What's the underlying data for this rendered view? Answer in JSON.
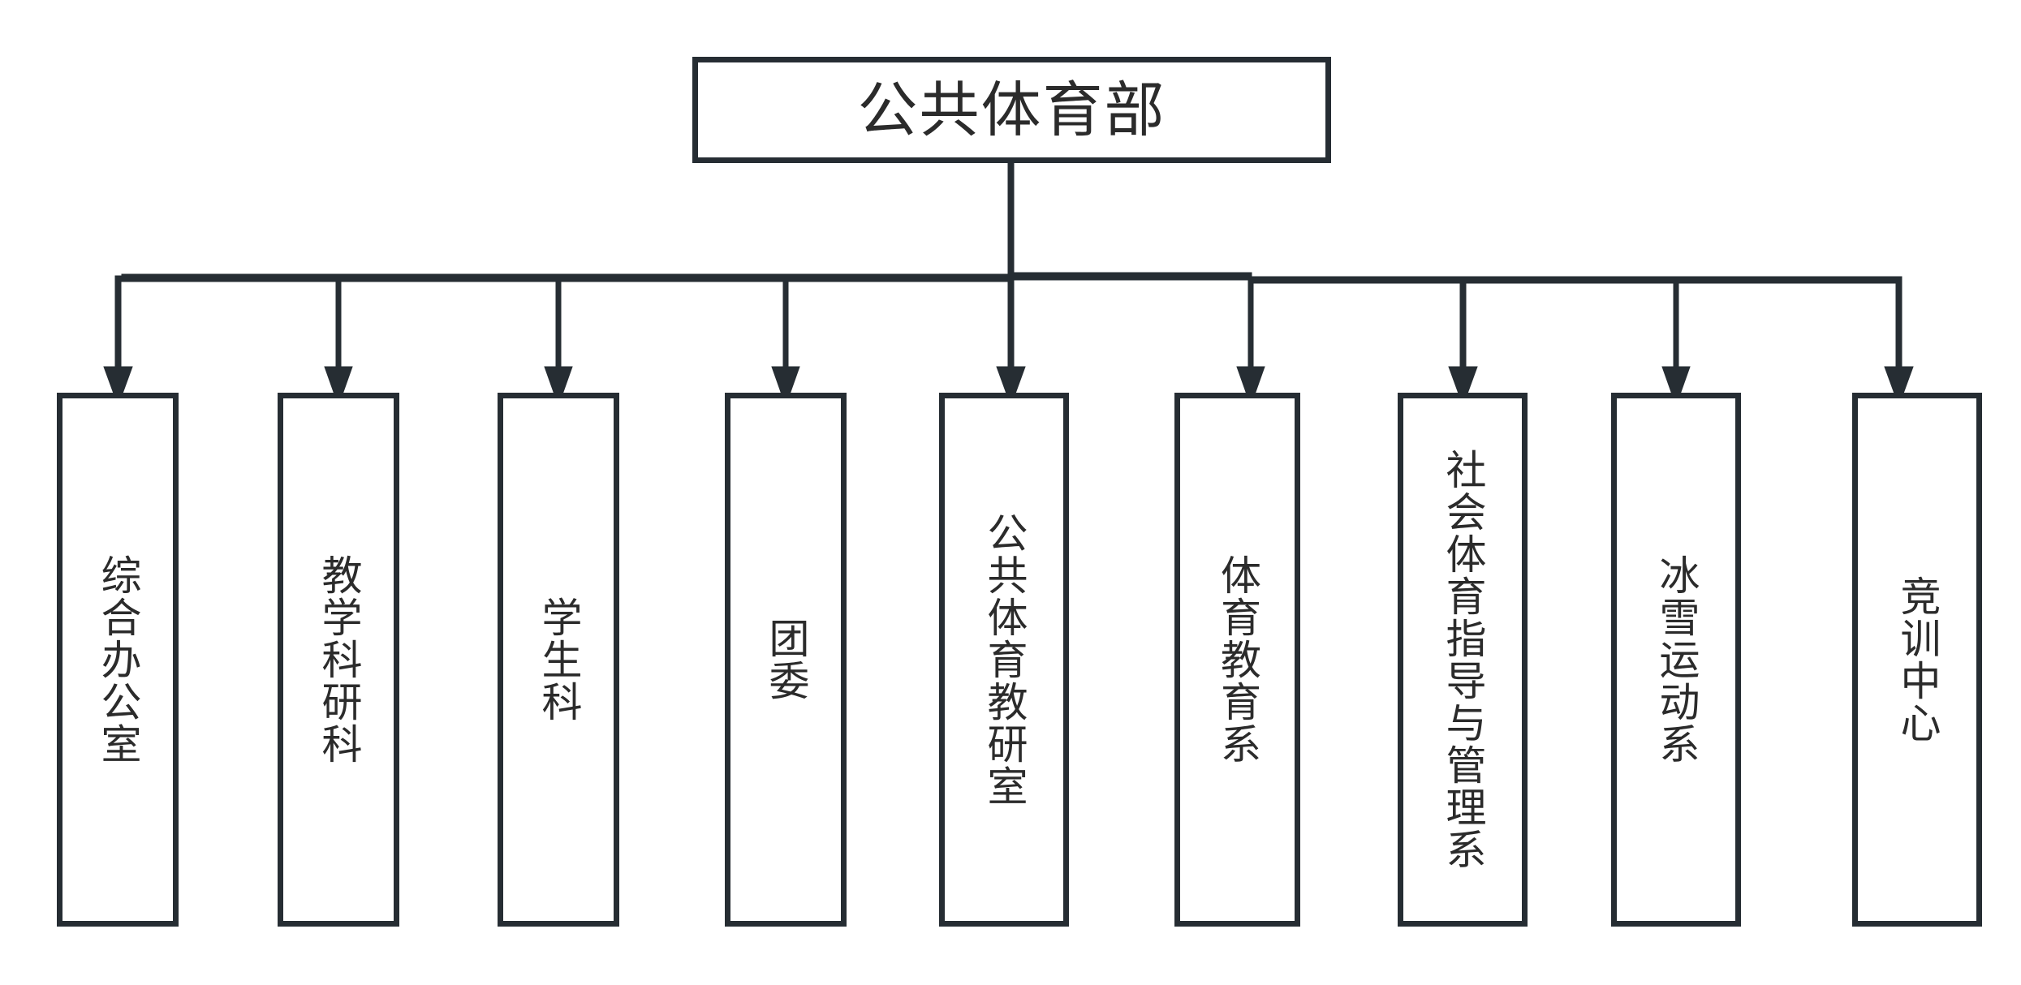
{
  "diagram": {
    "type": "organizational-chart",
    "orientation": "top-down",
    "colors": {
      "line": "#262d33",
      "box_border": "#262d33",
      "box_fill": "#ffffff",
      "text": "#2b2b2b",
      "background": "#ffffff"
    },
    "root": {
      "label": "公共体育部",
      "text_orientation": "horizontal"
    },
    "children": [
      {
        "label": "综合办公室",
        "text_orientation": "vertical"
      },
      {
        "label": "教学科研科",
        "text_orientation": "vertical"
      },
      {
        "label": "学生科",
        "text_orientation": "vertical"
      },
      {
        "label": "团委",
        "text_orientation": "vertical"
      },
      {
        "label": "公共体育教研室",
        "text_orientation": "vertical"
      },
      {
        "label": "体育教育系",
        "text_orientation": "vertical"
      },
      {
        "label": "社会体育指导与管理系",
        "text_orientation": "vertical"
      },
      {
        "label": "冰雪运动系",
        "text_orientation": "vertical"
      },
      {
        "label": "竞训中心",
        "text_orientation": "vertical"
      }
    ],
    "connectors": {
      "style": "elbow-bus-with-arrowheads",
      "arrowhead": "solid-triangle",
      "child_count": 9
    }
  }
}
